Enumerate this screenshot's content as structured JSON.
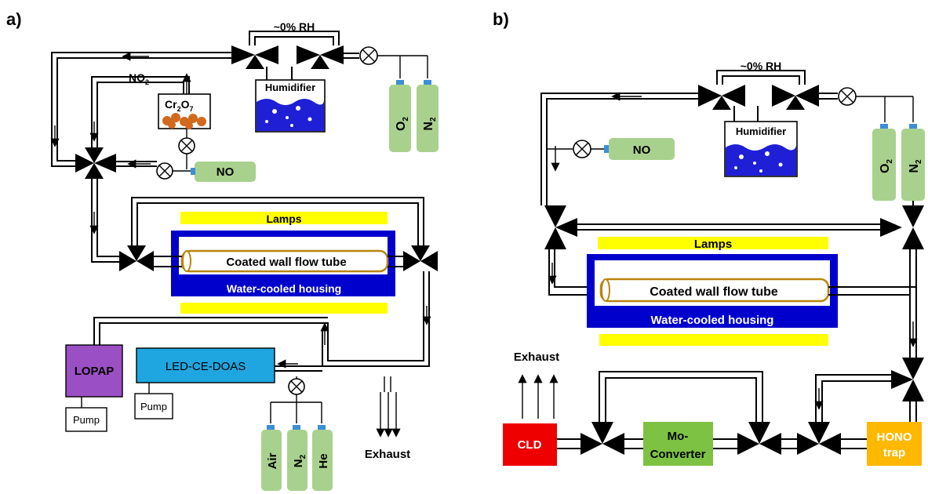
{
  "panels": {
    "a": {
      "label": "a)",
      "rh": "~0% RH",
      "humidifier": "Humidifier",
      "no2": "NO",
      "no2_sub": "2",
      "cr2o7_cr": "Cr",
      "cr2o7_sub1": "2",
      "cr2o7_o": "O",
      "cr2o7_sub2": "7",
      "no": "NO",
      "o2": "O",
      "o2_sub": "2",
      "n2": "N",
      "n2_sub": "2",
      "lamps": "Lamps",
      "flow_tube": "Coated wall flow tube",
      "housing": "Water-cooled housing",
      "lopap": "LOPAP",
      "led": "LED-CE-DOAS",
      "pump1": "Pump",
      "pump2": "Pump",
      "air": "Air",
      "n2b": "N",
      "n2b_sub": "2",
      "he": "He",
      "exhaust": "Exhaust"
    },
    "b": {
      "label": "b)",
      "rh": "~0% RH",
      "humidifier": "Humidifier",
      "no": "NO",
      "o2": "O",
      "o2_sub": "2",
      "n2": "N",
      "n2_sub": "2",
      "lamps": "Lamps",
      "flow_tube": "Coated wall flow tube",
      "housing": "Water-cooled housing",
      "exhaust": "Exhaust",
      "cld": "CLD",
      "mo1": "Mo-",
      "mo2": "Converter",
      "hono1": "HONO",
      "hono2": "trap"
    }
  },
  "colors": {
    "humidifier_water": "#1f1fd6",
    "gas_cylinder": "#a9d18e",
    "lamp": "#ffff00",
    "housing": "#0000cc",
    "tube_border": "#b8860b",
    "lopap": "#9b4fc4",
    "led": "#1fa6e0",
    "cld": "#ee0000",
    "mo": "#7dc243",
    "hono": "#ffb800",
    "cr2o7_particles": "#d2691e"
  }
}
